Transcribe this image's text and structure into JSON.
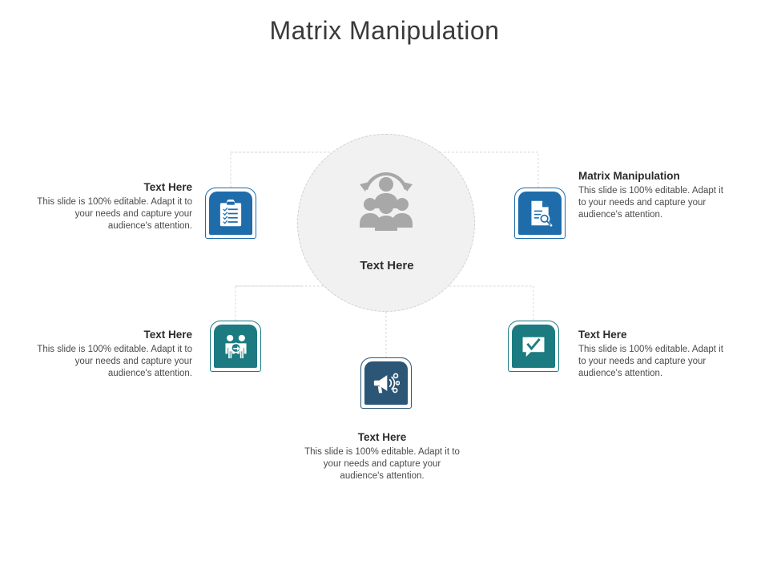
{
  "slide": {
    "title": "Matrix Manipulation",
    "background_color": "#ffffff",
    "title_color": "#3a3a3a"
  },
  "colors": {
    "blue": "#1f6cab",
    "teal": "#1b7b80",
    "slate": "#2c5675",
    "hub_fill": "#f1f1f1",
    "hub_border": "#cfcfcf",
    "hub_icon": "#a8a8a8",
    "connector": "#d0d0d0"
  },
  "hub": {
    "label": "Text Here",
    "icon": "team-people-icon"
  },
  "nodes": [
    {
      "id": "top-left",
      "heading": "Text Here",
      "body": "This slide is 100% editable. Adapt it to your needs and capture your audience's attention.",
      "icon": "clipboard-checklist-icon",
      "accent": "#1f6cab",
      "align": "right"
    },
    {
      "id": "top-right",
      "heading": "Matrix Manipulation",
      "body": "This slide is 100% editable. Adapt it to your needs and capture your audience's attention.",
      "icon": "document-search-icon",
      "accent": "#1f6cab",
      "align": "left"
    },
    {
      "id": "bottom-left",
      "heading": "Text Here",
      "body": "This slide is 100% editable. Adapt it to your needs and capture your audience's attention.",
      "icon": "two-people-exchange-icon",
      "accent": "#1b7b80",
      "align": "right"
    },
    {
      "id": "bottom-right",
      "heading": "Text Here",
      "body": "This slide is 100% editable. Adapt it to your needs and capture your audience's attention.",
      "icon": "checkmark-speech-bubble-icon",
      "accent": "#1b7b80",
      "align": "left"
    },
    {
      "id": "bottom-center",
      "heading": "Text Here",
      "body": "This slide is 100% editable. Adapt it to your needs and capture your audience's attention.",
      "icon": "megaphone-broadcast-icon",
      "accent": "#2c5675",
      "align": "center"
    }
  ]
}
